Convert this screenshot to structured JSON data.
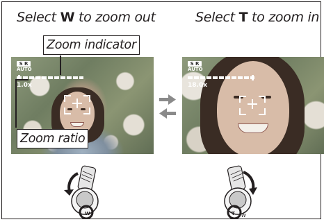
{
  "left_panel": {
    "heading_pre": "Select ",
    "heading_key": "W",
    "heading_post": " to zoom out",
    "mode_badge_top": "S R",
    "mode_badge_bottom": "AUTO",
    "zoom_ratio_value": "1.0x",
    "callout_zoom_indicator": "Zoom indicator",
    "callout_zoom_ratio": "Zoom ratio",
    "dial_labels": [
      "T",
      "W"
    ]
  },
  "right_panel": {
    "heading_pre": "Select ",
    "heading_key": "T",
    "heading_post": " to zoom in",
    "mode_badge_top": "S R",
    "mode_badge_bottom": "AUTO",
    "zoom_ratio_value": "18.0x",
    "dial_labels": [
      "T",
      "W"
    ]
  },
  "colors": {
    "line": "#231f20",
    "arrow": "#8a8a8a",
    "background": "#ffffff"
  },
  "icons": [
    "arrow-right-icon",
    "arrow-left-icon",
    "zoom-control-dial-icon",
    "focus-frame-icon"
  ]
}
